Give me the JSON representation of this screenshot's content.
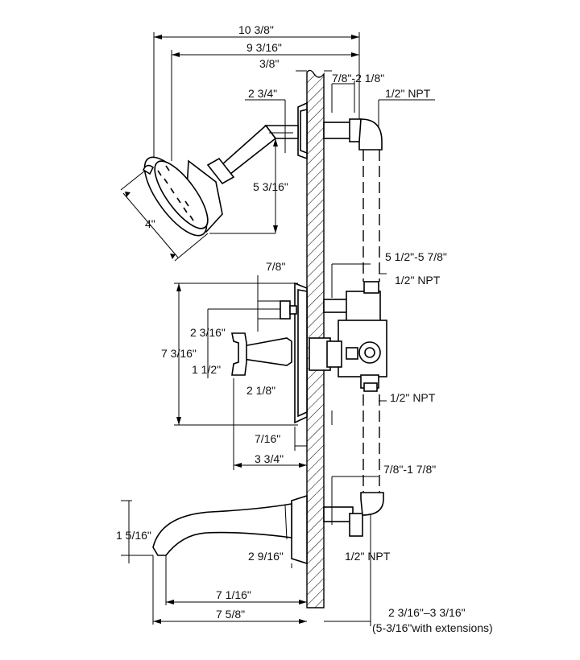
{
  "dimensions": {
    "overall_width": "10 3/8\"",
    "arm_reach": "9 3/16\"",
    "flange_depth": "3/8\"",
    "shower_offset": "7/8\"-2 1/8\"",
    "shower_npt": "1/2\"  NPT",
    "arm_rise": "2 3/4\"",
    "head_drop": "5 3/16\"",
    "head_diameter": "4\"",
    "valve_depth": "5 1/2\"-5 7/8\"",
    "valve_npt_top": "1/2\"  NPT",
    "stop_height": "7/8\"",
    "handle_height": "2 3/16\"",
    "trim_height": "7 3/16\"",
    "handle_width": "1 1/2\"",
    "handle_projection": "2 1/8\"",
    "plate_depth": "7/16\"",
    "handle_reach": "3 3/4\"",
    "valve_npt_bottom": "1/2\"  NPT",
    "spout_offset": "7/8\"-1 7/8\"",
    "spout_height": "1 5/16\"",
    "spout_projection": "2 9/16\"",
    "spout_npt": "1/2\"  NPT",
    "spout_reach": "7 1/16\"",
    "spout_overall": "7 5/8\"",
    "stub_range": "2 3/16\"–3 3/16\"",
    "stub_extension_note": "(5-3/16\"with extensions)"
  }
}
